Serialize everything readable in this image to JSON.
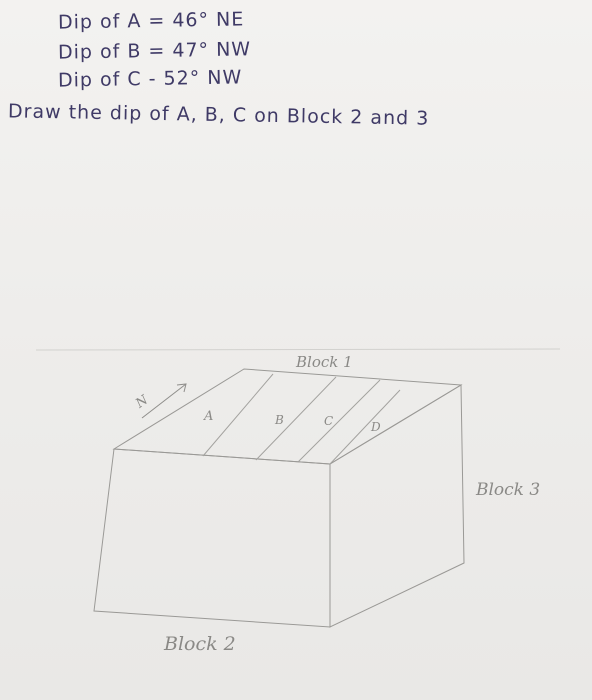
{
  "notes": {
    "dip_a": "Dip of A = 46° NE",
    "dip_b": "Dip of B = 47° NW",
    "dip_c": "Dip of C - 52° NW",
    "instruction": "Draw the dip of A, B, C on Block 2 and 3"
  },
  "sketch": {
    "block1_label": "Block 1",
    "block2_label": "Block 2",
    "block3_label": "Block 3",
    "north_label": "N",
    "bed_labels": [
      "A",
      "B",
      "C",
      "D"
    ]
  }
}
